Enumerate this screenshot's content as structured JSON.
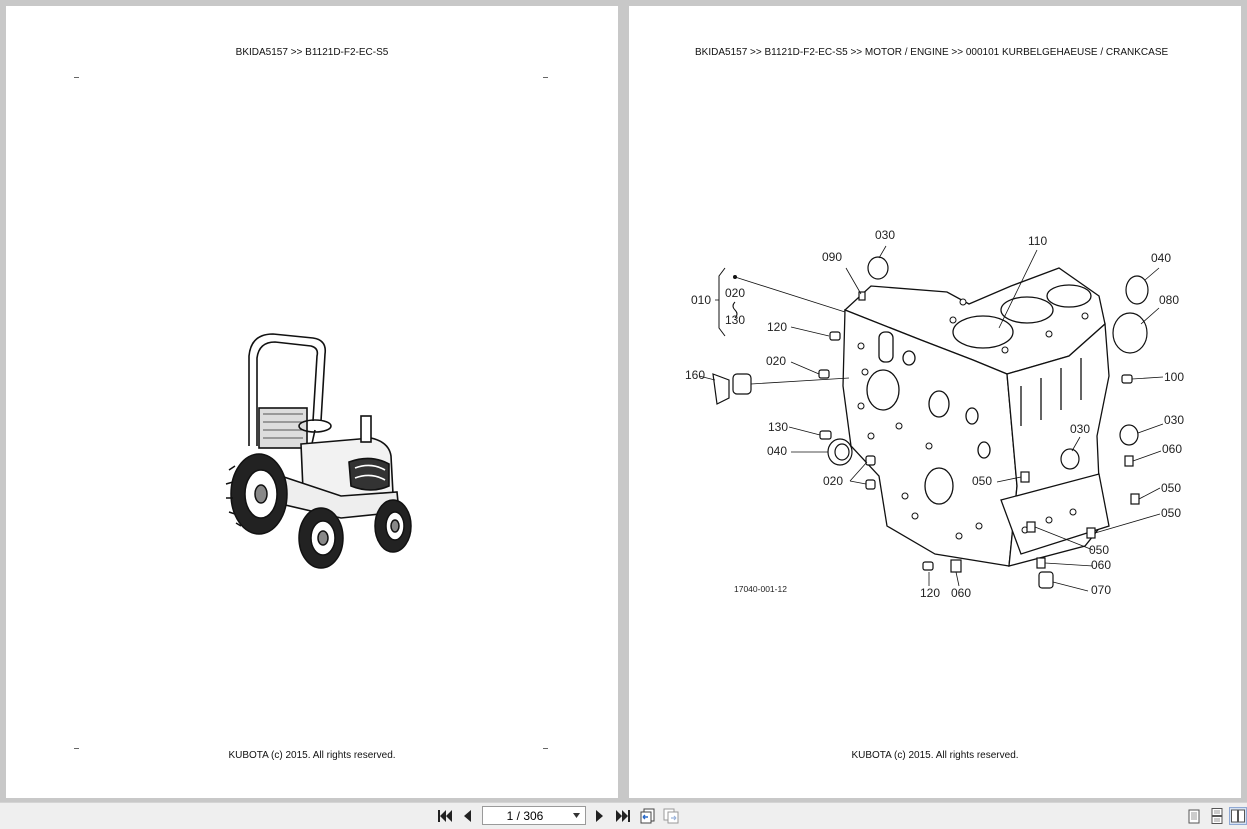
{
  "pages": [
    {
      "header": "BKIDA5157 >> B1121D-F2-EC-S5",
      "footer": "KUBOTA (c) 2015. All rights reserved.",
      "illustration": "compact-tractor-illustration"
    },
    {
      "header": "BKIDA5157 >> B1121D-F2-EC-S5 >> MOTOR / ENGINE >> 000101   KURBELGEHAEUSE / CRANKCASE",
      "footer": "KUBOTA (c) 2015. All rights reserved.",
      "figure_id": "17040-001-12",
      "callouts": {
        "c010": "010",
        "c020a": "020",
        "c130a": "130",
        "c090": "090",
        "c030a": "030",
        "c110": "110",
        "c040a": "040",
        "c080": "080",
        "c120a": "120",
        "c020b": "020",
        "c160": "160",
        "c100": "100",
        "c130b": "130",
        "c040b": "040",
        "c030b": "030",
        "c030c": "030",
        "c060a": "060",
        "c020c": "020",
        "c050a": "050",
        "c050b": "050",
        "c050c": "050",
        "c050d": "050",
        "c060b": "060",
        "c070": "070",
        "c120b": "120",
        "c060c": "060"
      }
    }
  ],
  "toolbar": {
    "page_value": "1 / 306",
    "icons": [
      "first-page-icon",
      "previous-page-icon",
      "next-page-icon",
      "last-page-icon",
      "previous-view-icon",
      "next-view-icon",
      "single-page-icon",
      "continuous-page-icon",
      "facing-pages-icon"
    ]
  }
}
